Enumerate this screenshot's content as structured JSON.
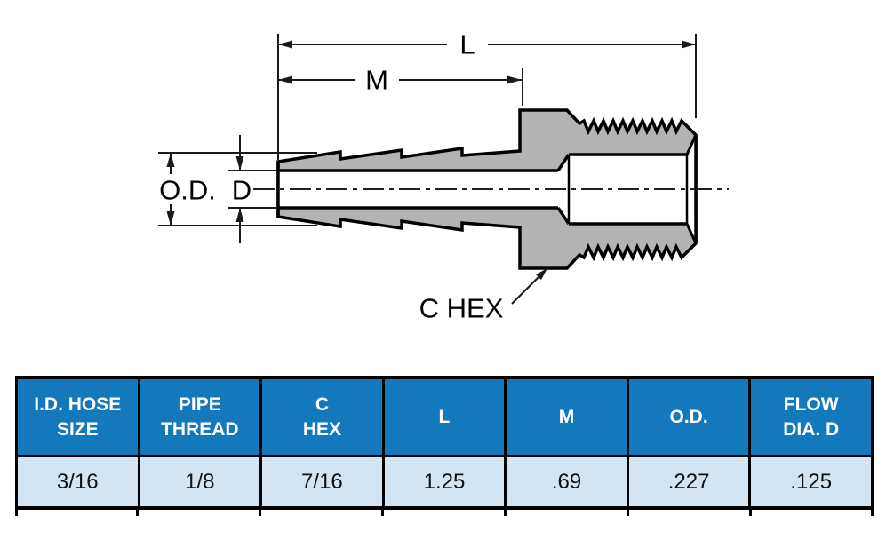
{
  "diagram": {
    "labels": {
      "l": "L",
      "m": "M",
      "od": "O.D.",
      "d": "D",
      "c_hex": "C HEX"
    },
    "colors": {
      "body_fill": "#b2b4b3",
      "outline": "#000000",
      "dimension_line": "#1a1a1a"
    }
  },
  "table": {
    "header_bg": "#1478bd",
    "header_text_color": "#ffffff",
    "row_bg": "#d3e5f2",
    "columns": [
      {
        "label": "I.D. HOSE\nSIZE",
        "value": "3/16"
      },
      {
        "label": "PIPE\nTHREAD",
        "value": "1/8"
      },
      {
        "label": "C\nHEX",
        "value": "7/16"
      },
      {
        "label": "L",
        "value": "1.25"
      },
      {
        "label": "M",
        "value": ".69"
      },
      {
        "label": "O.D.",
        "value": ".227"
      },
      {
        "label": "FLOW\nDIA. D",
        "value": ".125"
      }
    ]
  }
}
